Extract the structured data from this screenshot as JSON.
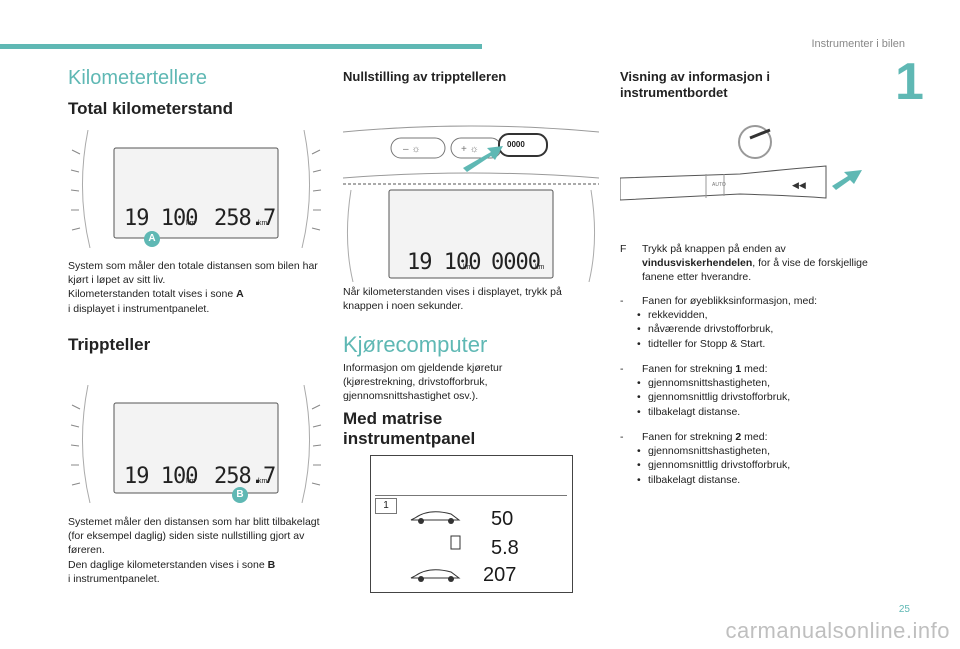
{
  "running_header": "Instrumenter i bilen",
  "chapter_number": "1",
  "page_number": "25",
  "watermark": "carmanualsonline.info",
  "accent_color": "#5fb8b4",
  "col1": {
    "section_title": "Kilometertellere",
    "total_heading": "Total kilometerstand",
    "fig_a": {
      "odo": "19 100",
      "odo_unit": "km",
      "trip": "258.7",
      "trip_unit": "km",
      "badge": "A"
    },
    "total_text_1": "System som måler den totale distansen som bilen har kjørt i løpet av sitt liv.",
    "total_text_2": "Kilometerstanden totalt vises i sone",
    "total_zone": "A",
    "total_text_3": "i displayet i instrumentpanelet.",
    "trip_heading": "Trippteller",
    "fig_b": {
      "odo": "19 100",
      "odo_unit": "km",
      "trip": "258.7",
      "trip_unit": "km",
      "badge": "B"
    },
    "trip_text_1": "Systemet måler den distansen som har blitt tilbakelagt (for eksempel daglig) siden siste nullstilling gjort av føreren.",
    "trip_text_2": "Den daglige kilometerstanden vises i sone",
    "trip_zone": "B",
    "trip_text_3": "i instrumentpanelet."
  },
  "col2": {
    "reset_heading": "Nullstilling av tripptelleren",
    "fig_reset": {
      "button_label": "0000",
      "odo": "19 100",
      "odo_unit": "km",
      "trip": "0000",
      "trip_unit": "km"
    },
    "reset_text": "Når kilometerstanden vises i displayet, trykk på knappen i noen sekunder.",
    "computer_title": "Kjørecomputer",
    "computer_text": "Informasjon om gjeldende kjøretur (kjørestrekning, drivstofforbruk, gjennomsnittshastighet osv.).",
    "matrix_heading": "Med matrise instrumentpanel",
    "fig_matrix": {
      "tab": "1",
      "values": [
        "50",
        "5.8",
        "207"
      ]
    }
  },
  "col3": {
    "heading": "Visning av informasjon i instrumentbordet",
    "step_marker": "F",
    "step_text_1": "Trykk på knappen på enden av",
    "step_bold": "vindusviskerhendelen",
    "step_text_2": ", for å vise de forskjellige fanene etter hverandre.",
    "lists": [
      {
        "lead": "Fanen for øyeblikksinformasjon, med:",
        "items": [
          "rekkevidden,",
          "nåværende drivstofforbruk,",
          "tidteller for Stopp & Start."
        ]
      },
      {
        "lead_a": "Fanen for strekning",
        "lead_num": "1",
        "lead_b": "med:",
        "items": [
          "gjennomsnittshastigheten,",
          "gjennomsnittlig drivstofforbruk,",
          "tilbakelagt distanse."
        ]
      },
      {
        "lead_a": "Fanen for strekning",
        "lead_num": "2",
        "lead_b": "med:",
        "items": [
          "gjennomsnittshastigheten,",
          "gjennomsnittlig drivstofforbruk,",
          "tilbakelagt distanse."
        ]
      }
    ]
  }
}
